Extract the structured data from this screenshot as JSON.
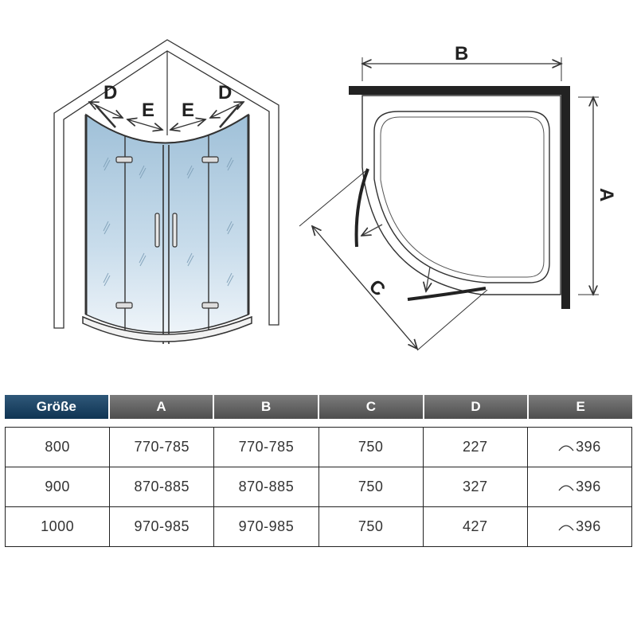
{
  "diagram": {
    "labels": {
      "d_left": "D",
      "e_left": "E",
      "e_right": "E",
      "d_right": "D",
      "b": "B",
      "a": "A",
      "c": "C"
    }
  },
  "table": {
    "headers": [
      "Größe",
      "A",
      "B",
      "C",
      "D",
      "E"
    ],
    "rows": [
      {
        "size": "800",
        "a": "770-785",
        "b": "770-785",
        "c": "750",
        "d": "227",
        "e": "396"
      },
      {
        "size": "900",
        "a": "870-885",
        "b": "870-885",
        "c": "750",
        "d": "327",
        "e": "396"
      },
      {
        "size": "1000",
        "a": "970-985",
        "b": "970-985",
        "c": "750",
        "d": "427",
        "e": "396"
      }
    ]
  },
  "colors": {
    "header_blue": "#1b4263",
    "header_gray": "#646464",
    "glass_tint": "#b9d2e4"
  }
}
